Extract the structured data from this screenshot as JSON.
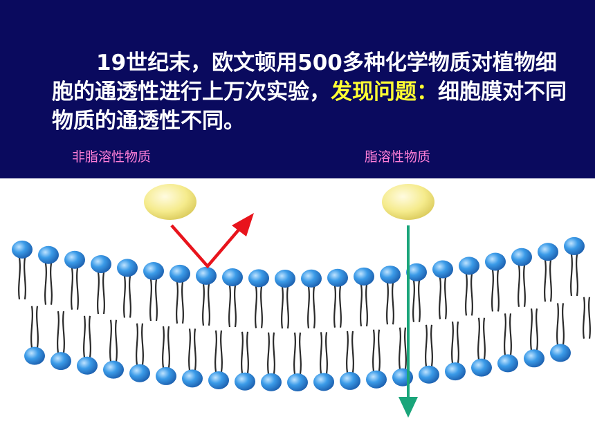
{
  "slide": {
    "paragraph_parts": {
      "before": "19世纪末，欧文顿用500多种化学物质对植物细胞的通透性进行上万次实验，",
      "highlight": "发现问题：",
      "after": "细胞膜对不同物质的通透性不同。"
    },
    "label_left": "非脂溶性物质",
    "label_right": "脂溶性物质"
  },
  "colors": {
    "banner_bg": "#0a0a5e",
    "text": "#ffffff",
    "highlight": "#ffff33",
    "label": "#ff7fd8",
    "particle": "#f5eb8c",
    "head": "#2f8fe0",
    "tail": "#2a2a2a",
    "bounce_arrow": "#e8141c",
    "pass_arrow": "#1aa57a"
  },
  "diagram": {
    "particles": [
      "non-lipid-soluble",
      "lipid-soluble"
    ],
    "arrows": [
      "bounce-off-membrane",
      "pass-through-membrane"
    ]
  }
}
